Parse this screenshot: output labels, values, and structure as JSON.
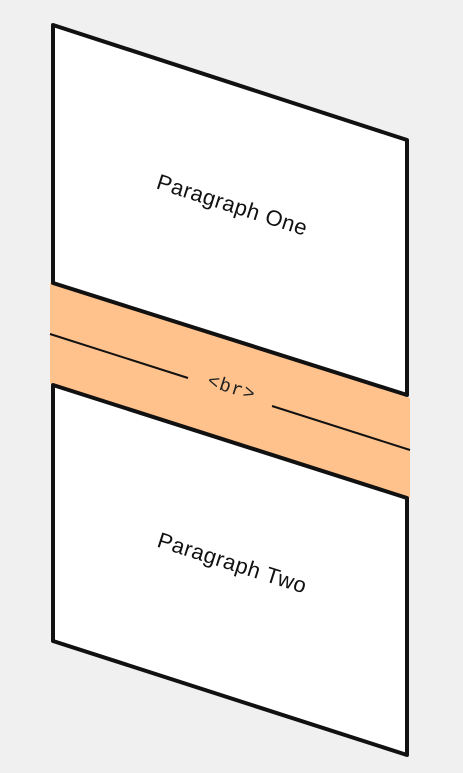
{
  "diagram": {
    "paragraph_one": {
      "label": "Paragraph One"
    },
    "paragraph_two": {
      "label": "Paragraph Two"
    },
    "break_band": {
      "label": "<br>"
    }
  },
  "colors": {
    "background": "#f0f0f0",
    "panel_fill": "#ffffff",
    "panel_stroke": "#111111",
    "band_fill": "#ffc28c"
  }
}
